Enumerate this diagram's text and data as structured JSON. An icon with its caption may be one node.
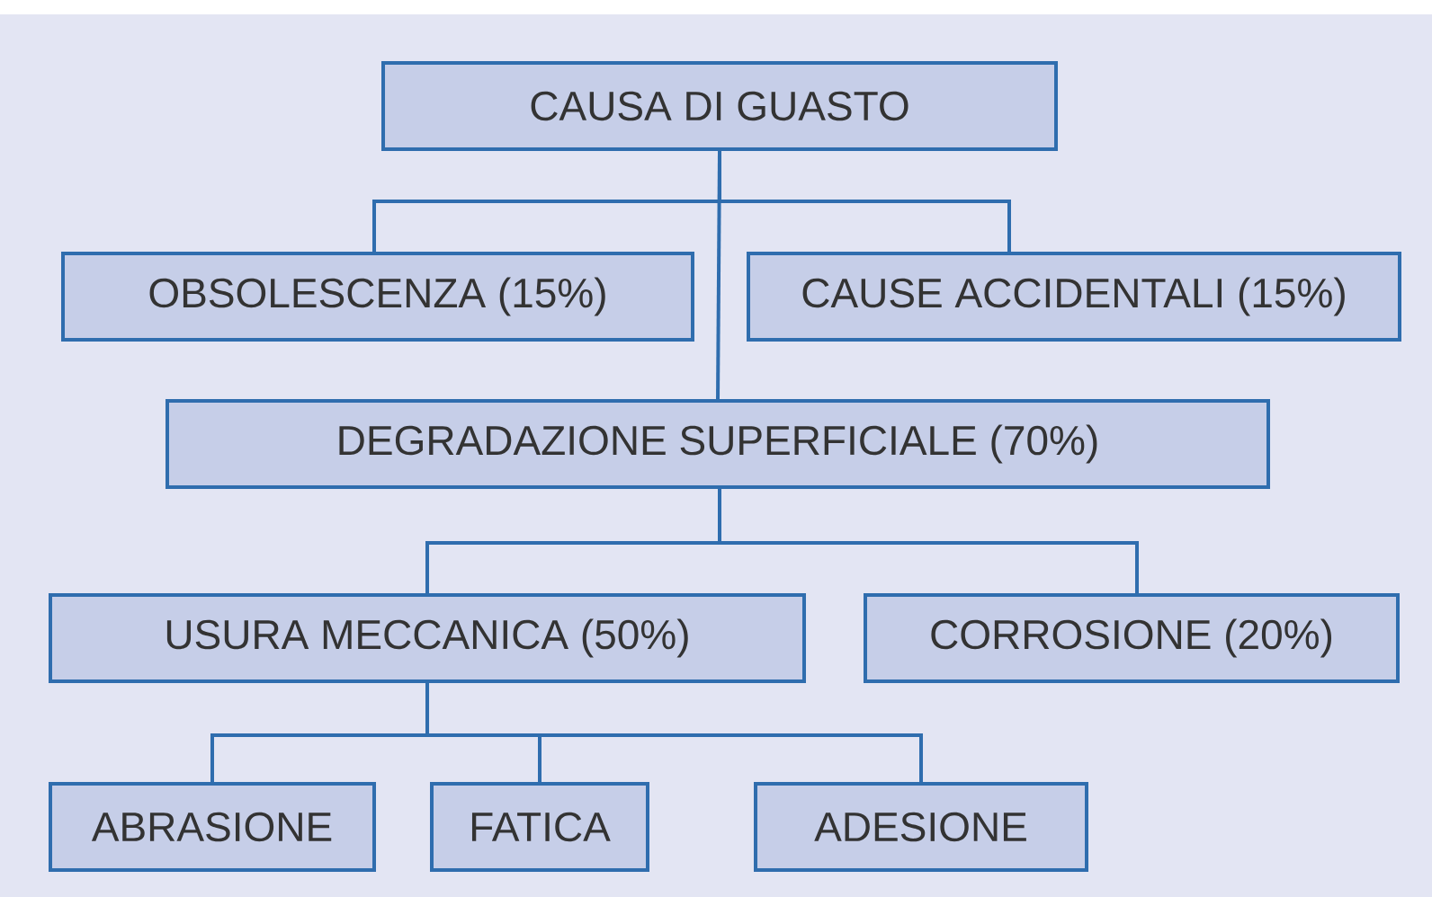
{
  "diagram": {
    "nodes": [
      {
        "text": [
          "CAUSA DI GUASTO"
        ]
      },
      {
        "text": [
          "OBSOLESCENZA (15%)"
        ]
      },
      {
        "text": [
          "CAUSE ACCIDENTALI (15%)"
        ]
      },
      {
        "text": [
          "DEGRADAZIONE SUPERFICIALE (70%)"
        ]
      },
      {
        "text": [
          "USURA MECCANICA (50%)"
        ]
      },
      {
        "text": [
          "CORROSIONE (20%)"
        ]
      },
      {
        "text": [
          "ABRASIONE"
        ]
      },
      {
        "text": [
          "FATICA"
        ]
      },
      {
        "text": [
          "ADESIONE"
        ]
      }
    ],
    "edges": [
      {
        "from": 0,
        "to": 1,
        "arrow": "none"
      },
      {
        "from": 0,
        "to": 2,
        "arrow": "none"
      },
      {
        "from": 0,
        "to": 3,
        "arrow": "none"
      },
      {
        "from": 3,
        "to": 4,
        "arrow": "none"
      },
      {
        "from": 3,
        "to": 5,
        "arrow": "none"
      },
      {
        "from": 4,
        "to": 6,
        "arrow": "none"
      },
      {
        "from": 4,
        "to": 7,
        "arrow": "none"
      },
      {
        "from": 4,
        "to": 8,
        "arrow": "none"
      }
    ]
  }
}
